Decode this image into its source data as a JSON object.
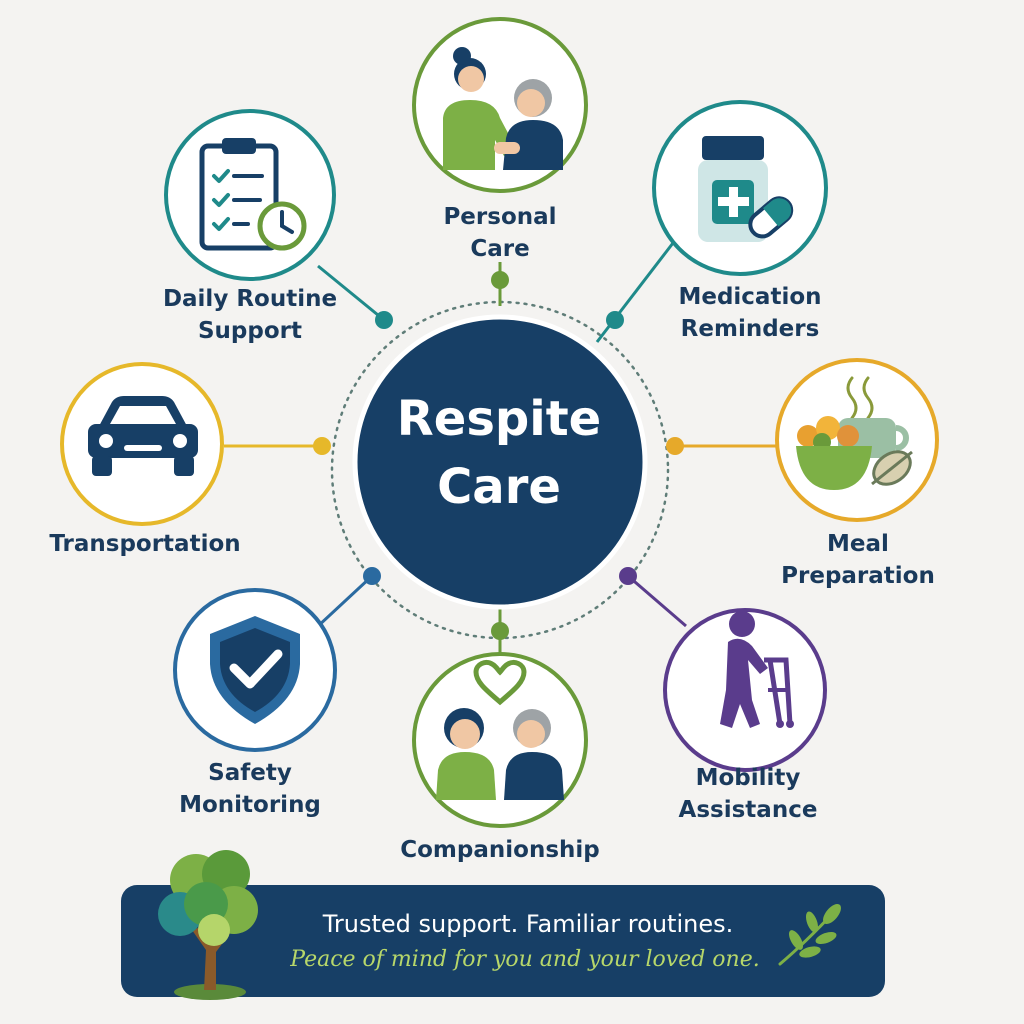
{
  "center": {
    "line1": "Respite",
    "line2": "Care"
  },
  "services": [
    {
      "id": "personal-care",
      "label_lines": [
        "Personal",
        "Care"
      ],
      "icon": "caregiver-with-elder-icon",
      "color": "#6a9a3a"
    },
    {
      "id": "medication-reminders",
      "label_lines": [
        "Medication",
        "Reminders"
      ],
      "icon": "pill-bottle-icon",
      "color": "#1f8a8a"
    },
    {
      "id": "meal-preparation",
      "label_lines": [
        "Meal",
        "Preparation"
      ],
      "icon": "meal-bowl-icon",
      "color": "#e6a92a"
    },
    {
      "id": "mobility-assistance",
      "label_lines": [
        "Mobility",
        "Assistance"
      ],
      "icon": "walker-icon",
      "color": "#5a3c8c"
    },
    {
      "id": "companionship",
      "label_lines": [
        "Companionship"
      ],
      "icon": "companionship-heart-icon",
      "color": "#6a9a3a"
    },
    {
      "id": "safety-monitoring",
      "label_lines": [
        "Safety",
        "Monitoring"
      ],
      "icon": "shield-check-icon",
      "color": "#2a6aa0"
    },
    {
      "id": "transportation",
      "label_lines": [
        "Transportation"
      ],
      "icon": "car-icon",
      "color": "#e6b82a"
    },
    {
      "id": "daily-routine-support",
      "label_lines": [
        "Daily Routine",
        "Support"
      ],
      "icon": "clipboard-clock-icon",
      "color": "#1f8a8a"
    }
  ],
  "banner": {
    "line1": "Trusted support. Familiar routines.",
    "line2": "Peace of mind for you and your loved one."
  },
  "colors": {
    "navy": "#173f66",
    "green": "#7db046",
    "teal": "#1f8a8a",
    "yellow": "#e6b82a",
    "purple": "#5a3c8c",
    "blue": "#2a6aa0",
    "background": "#f4f3f1"
  }
}
